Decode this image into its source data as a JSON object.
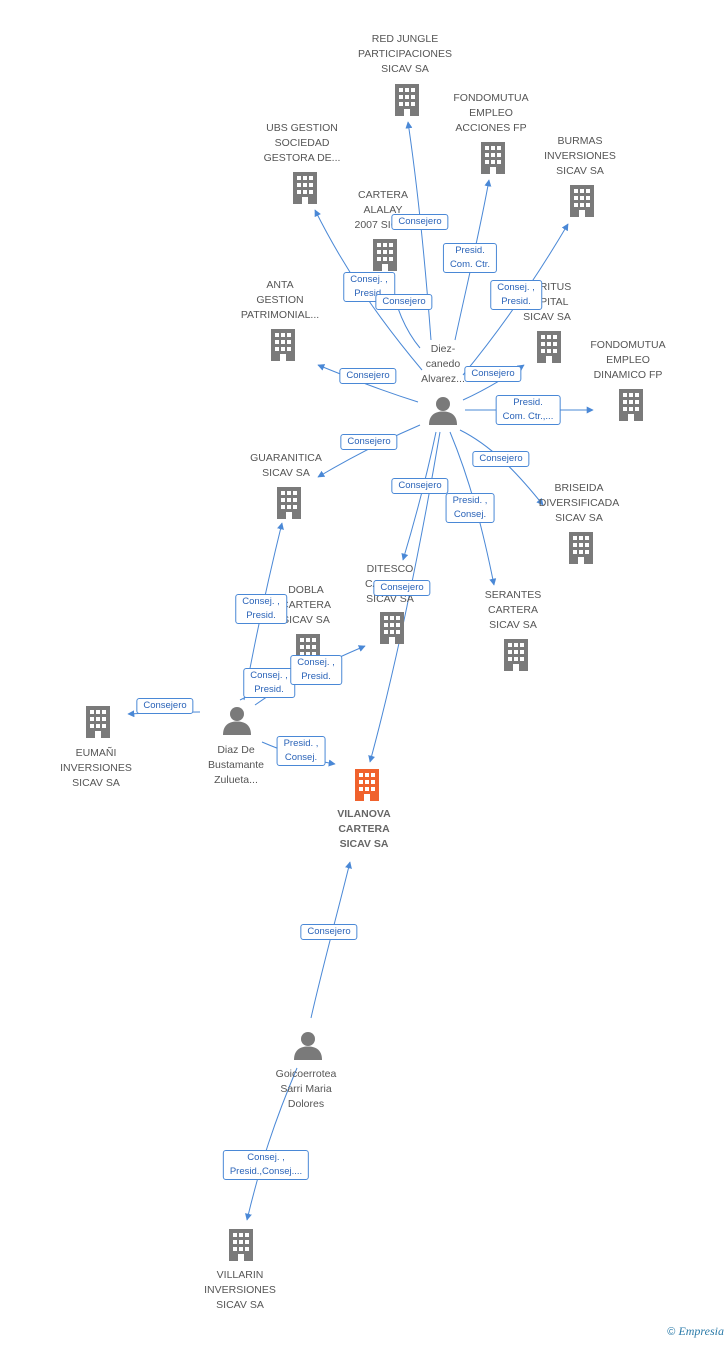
{
  "colors": {
    "company": "#7a7a7a",
    "focus_company": "#f0622d",
    "person": "#7a7a7a",
    "edge": "#4a88d6"
  },
  "nodes": [
    {
      "id": "red_jungle",
      "kind": "company",
      "label": "RED JUNGLE\nPARTICIPACIONES\nSICAV SA"
    },
    {
      "id": "fondomutua_acciones",
      "kind": "company",
      "label": "FONDOMUTUA\nEMPLEO\nACCIONES FP"
    },
    {
      "id": "ubs",
      "kind": "company",
      "label": "UBS GESTION\nSOCIEDAD\nGESTORA DE..."
    },
    {
      "id": "burmas",
      "kind": "company",
      "label": "BURMAS\nINVERSIONES\nSICAV SA"
    },
    {
      "id": "cartera_alalay",
      "kind": "company",
      "label": "CARTERA\nALALAY\n2007 SICAV"
    },
    {
      "id": "anta",
      "kind": "company",
      "label": "ANTA\nGESTION\nPATRIMONIAL..."
    },
    {
      "id": "spiritus",
      "kind": "company",
      "label": "SPIRITUS\nCAPITAL\nSICAV SA"
    },
    {
      "id": "fondomutua_dinamico",
      "kind": "company",
      "label": "FONDOMUTUA\nEMPLEO\nDINAMICO FP"
    },
    {
      "id": "diez_canedo",
      "kind": "person",
      "label": "Diez-\ncanedo\nAlvarez..."
    },
    {
      "id": "guaranitica",
      "kind": "company",
      "label": "GUARANITICA\nSICAV SA"
    },
    {
      "id": "briseida",
      "kind": "company",
      "label": "BRISEIDA\nDIVERSIFICADA\nSICAV SA"
    },
    {
      "id": "ditesco",
      "kind": "company",
      "label": "DITESCO\nCARTERA\nSICAV SA"
    },
    {
      "id": "dobla",
      "kind": "company",
      "label": "DOBLA\nCARTERA\nSICAV SA"
    },
    {
      "id": "serantes",
      "kind": "company",
      "label": "SERANTES\nCARTERA\nSICAV SA"
    },
    {
      "id": "eumani",
      "kind": "company",
      "label": "EUMAÑI\nINVERSIONES\nSICAV SA"
    },
    {
      "id": "diaz_bustamante",
      "kind": "person",
      "label": "Diaz De\nBustamante\nZulueta..."
    },
    {
      "id": "vilanova",
      "kind": "company",
      "focus": true,
      "label": "VILANOVA\nCARTERA\nSICAV SA"
    },
    {
      "id": "goicoerrotea",
      "kind": "person",
      "label": "Goicoerrotea\nSarri Maria\nDolores"
    },
    {
      "id": "villarin",
      "kind": "company",
      "label": "VILLARIN\nINVERSIONES\nSICAV SA"
    }
  ],
  "relations": [
    {
      "id": "r_red_jungle",
      "label": "Consejero"
    },
    {
      "id": "r_fondomutua_acciones",
      "label": "Presid.\nCom. Ctr."
    },
    {
      "id": "r_ubs",
      "label": "Consej. ,\nPresid."
    },
    {
      "id": "r_cartera_alalay",
      "label": "Consejero"
    },
    {
      "id": "r_burmas",
      "label": "Consej. ,\nPresid."
    },
    {
      "id": "r_anta",
      "label": "Consejero"
    },
    {
      "id": "r_spiritus",
      "label": "Consejero"
    },
    {
      "id": "r_fondomutua_dinamico",
      "label": "Presid.\nCom. Ctr.,..."
    },
    {
      "id": "r_guaranitica_dc",
      "label": "Consejero"
    },
    {
      "id": "r_briseida",
      "label": "Consejero"
    },
    {
      "id": "r_ditesco_dc",
      "label": "Consejero"
    },
    {
      "id": "r_serantes",
      "label": "Presid. ,\nConsej."
    },
    {
      "id": "r_vilanova_dc",
      "label": "Consejero"
    },
    {
      "id": "r_guaranitica_db",
      "label": "Consej. ,\nPresid."
    },
    {
      "id": "r_dobla",
      "label": "Consej. ,\nPresid."
    },
    {
      "id": "r_ditesco_db",
      "label": "Consej. ,\nPresid."
    },
    {
      "id": "r_eumani",
      "label": "Consejero"
    },
    {
      "id": "r_vilanova_db",
      "label": "Presid. ,\nConsej."
    },
    {
      "id": "r_vilanova_go",
      "label": "Consejero"
    },
    {
      "id": "r_villarin",
      "label": "Consej. ,\nPresid.,Consej...."
    }
  ],
  "footer": {
    "copyright": "©",
    "brand": "Empresia"
  }
}
